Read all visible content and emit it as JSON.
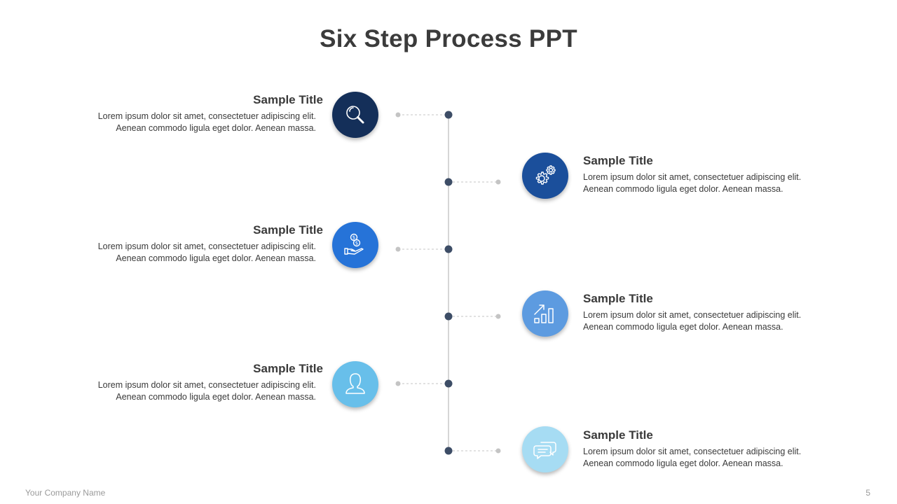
{
  "title": "Six Step Process PPT",
  "footer": {
    "company": "Your Company  Name",
    "page_number": "5"
  },
  "colors": {
    "line": "#c8c8c8",
    "node": "#3d4d66",
    "dot": "#c4c4c4",
    "step1": "#142f59",
    "step2": "#1b4f9b",
    "step3": "#2673d8",
    "step4": "#5d9be0",
    "step5": "#68bfea",
    "step6": "#a6dcf3"
  },
  "steps": [
    {
      "title": "Sample Title",
      "line1": "Lorem ipsum  dolor sit amet, consectetuer adipiscing elit.",
      "line2": "Aenean commodo ligula eget dolor.  Aenean massa.",
      "icon": "magnifier-icon"
    },
    {
      "title": "Sample Title",
      "line1": "Lorem ipsum  dolor sit amet, consectetuer adipiscing elit.",
      "line2": "Aenean commodo ligula eget dolor.  Aenean massa.",
      "icon": "gears-icon"
    },
    {
      "title": "Sample Title",
      "line1": "Lorem ipsum  dolor sit amet, consectetuer adipiscing elit.",
      "line2": "Aenean commodo ligula eget dolor.  Aenean massa.",
      "icon": "money-hand-icon"
    },
    {
      "title": "Sample Title",
      "line1": "Lorem ipsum  dolor sit amet, consectetuer adipiscing elit.",
      "line2": "Aenean commodo ligula eget dolor.  Aenean massa.",
      "icon": "growth-chart-icon"
    },
    {
      "title": "Sample Title",
      "line1": "Lorem ipsum  dolor sit amet, consectetuer adipiscing elit.",
      "line2": "Aenean commodo ligula eget dolor.  Aenean massa.",
      "icon": "person-icon"
    },
    {
      "title": "Sample Title",
      "line1": "Lorem ipsum  dolor sit amet, consectetuer adipiscing elit.",
      "line2": "Aenean commodo ligula eget dolor.  Aenean massa.",
      "icon": "chat-bubbles-icon"
    }
  ]
}
